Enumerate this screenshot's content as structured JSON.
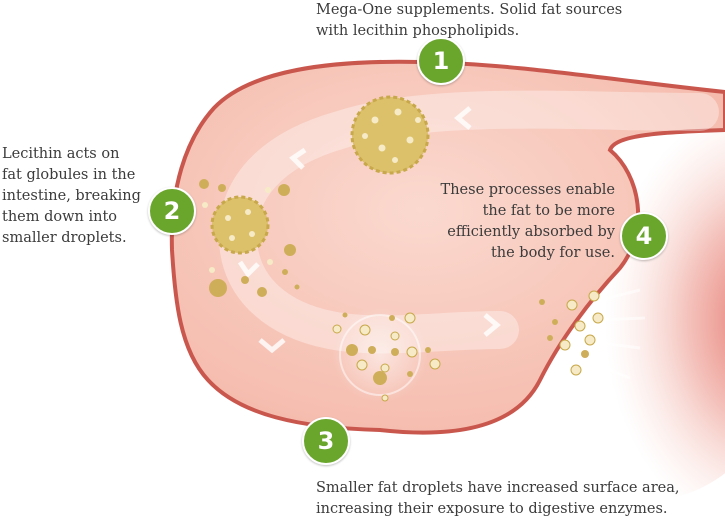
{
  "steps": [
    {
      "number": "1",
      "text": "Mega-One supplements. Solid fat sources\nwith lecithin phospholipids."
    },
    {
      "number": "2",
      "text": "Lecithin acts on\nfat globules in the\nintestine, breaking\nthem down into\nsmaller droplets."
    },
    {
      "number": "3",
      "text": "Smaller fat droplets have increased surface area,\nincreasing their exposure to digestive enzymes."
    },
    {
      "number": "4",
      "text": "These processes enable\nthe fat to be more\nefficiently absorbed by\nthe body for use."
    }
  ],
  "colors": {
    "badge": "#6aa52c",
    "intestine_outline": "#c9574e",
    "intestine_fill": "#f7c9bd",
    "fat_globule": "#dcc06a",
    "droplet": "#f6ebc6"
  }
}
